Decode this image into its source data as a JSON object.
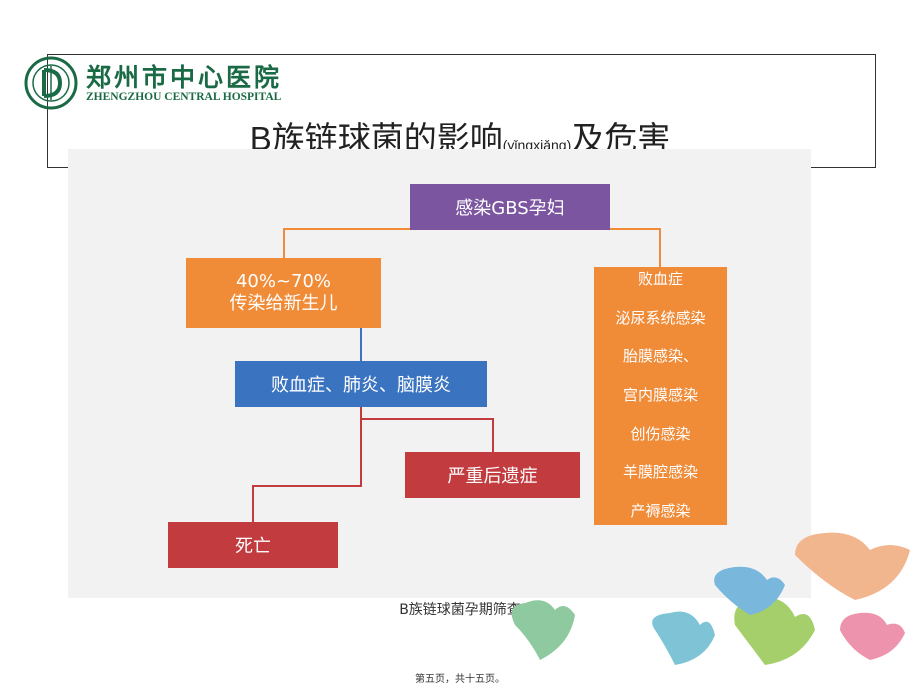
{
  "logo": {
    "name_cn": "郑州市中心医院",
    "name_en": "ZHENGZHOU CENTRAL HOSPITAL"
  },
  "title": {
    "prefix": "B族链球菌的影响",
    "pinyin": "(yǐngxiǎng)",
    "suffix": "及危害"
  },
  "diagram": {
    "root": "感染GBS孕妇",
    "transmission_line1": "40%~70%",
    "transmission_line2": "传染给新生儿",
    "neonatal": "败血症、肺炎、脑膜炎",
    "sequelae": "严重后遗症",
    "death": "死亡",
    "maternal": [
      "败血症",
      "泌尿系统感染",
      "胎膜感染、",
      "宫内膜感染",
      "创伤感染",
      "羊膜腔感染",
      "产褥感染"
    ]
  },
  "colors": {
    "purple": "#7b55a0",
    "orange": "#f08b38",
    "blue": "#3a73bf",
    "red": "#c13b3f",
    "brand_green": "#1a6b45"
  },
  "caption": "B族链球菌孕期筛查",
  "page_number": "第五页，共十五页。"
}
